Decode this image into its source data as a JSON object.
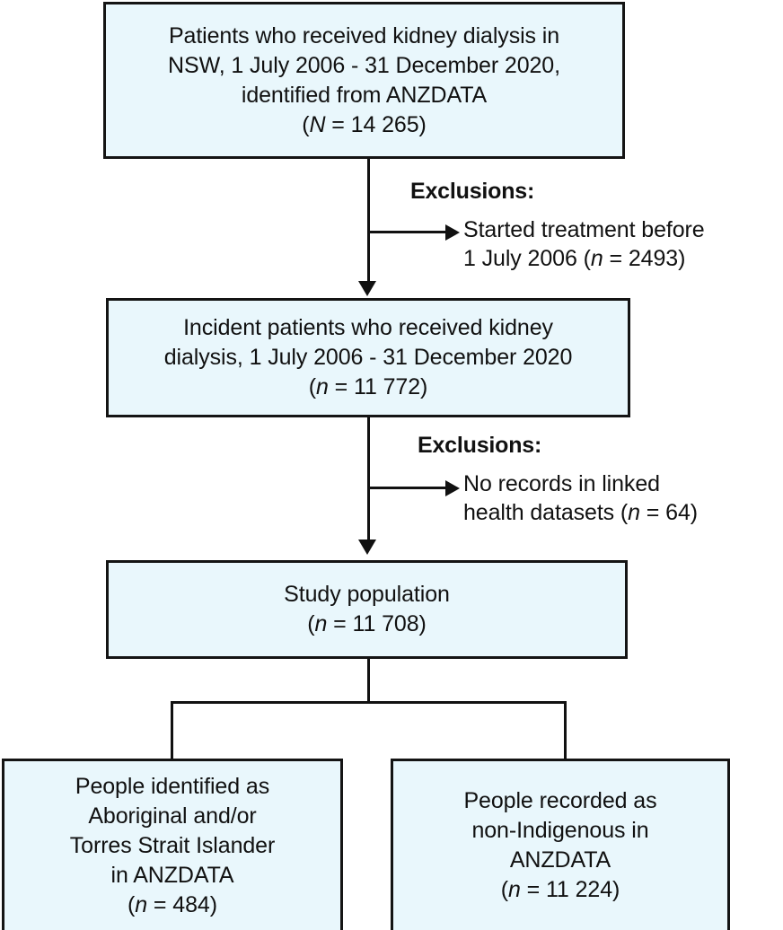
{
  "figure": {
    "type": "flow-diagram",
    "title": "Study cohort selection flowchart",
    "colors": {
      "box_fill": "#e9f7fc",
      "box_border": "#141414",
      "text": "#111111",
      "connector": "#111111"
    }
  },
  "nodes": {
    "source_cohort": {
      "name": "source-cohort-box",
      "lines": [
        "Patients who received kidney dialysis in",
        "NSW, 1 July 2006 - 31 December 2020,",
        "identified from ANZDATA"
      ],
      "count_prefix": "(",
      "count_symbol": "N",
      "count_equals": " = ",
      "count_value": "14 265",
      "count_suffix": ")",
      "count_full": "(N = 14 265)"
    },
    "incident_cohort": {
      "name": "incident-cohort-box",
      "lines": [
        "Incident patients who received kidney",
        "dialysis, 1 July 2006 - 31 December 2020"
      ],
      "count_prefix": "(",
      "count_symbol": "n",
      "count_equals": " = ",
      "count_value": "11 772",
      "count_suffix": ")",
      "count_full": "(n = 11 772)"
    },
    "study_population": {
      "name": "study-population-box",
      "lines": [
        "Study population"
      ],
      "count_prefix": "(",
      "count_symbol": "n",
      "count_equals": " = ",
      "count_value": "11 708",
      "count_suffix": ")",
      "count_full": "(n = 11 708)"
    },
    "indigenous": {
      "name": "indigenous-group-box",
      "lines": [
        "People identified as",
        "Aboriginal and/or",
        "Torres Strait Islander",
        "in ANZDATA"
      ],
      "count_prefix": "(",
      "count_symbol": "n",
      "count_equals": " = ",
      "count_value": "484",
      "count_suffix": ")",
      "count_full": "(n = 484)"
    },
    "non_indigenous": {
      "name": "non-indigenous-group-box",
      "lines": [
        "People recorded as",
        "non-Indigenous in",
        "ANZDATA"
      ],
      "count_prefix": "(",
      "count_symbol": "n",
      "count_equals": " = ",
      "count_value": "11 224",
      "count_suffix": ")",
      "count_full": "(n = 11 224)"
    }
  },
  "exclusions": [
    {
      "name": "exclusion-block-1",
      "title": "Exclusions:",
      "lines": [
        "Started treatment before",
        "1 July 2006 ("
      ],
      "count_symbol": "n",
      "count_equals": " = ",
      "count_value": "2493",
      "count_suffix": ")",
      "body_full": "Started treatment before 1 July 2006 (n = 2493)"
    },
    {
      "name": "exclusion-block-2",
      "title": "Exclusions:",
      "lines": [
        "No records in linked",
        "health datasets ("
      ],
      "count_symbol": "n",
      "count_equals": " = ",
      "count_value": "64",
      "count_suffix": ")",
      "body_full": "No records in linked health datasets (n = 64)"
    }
  ]
}
